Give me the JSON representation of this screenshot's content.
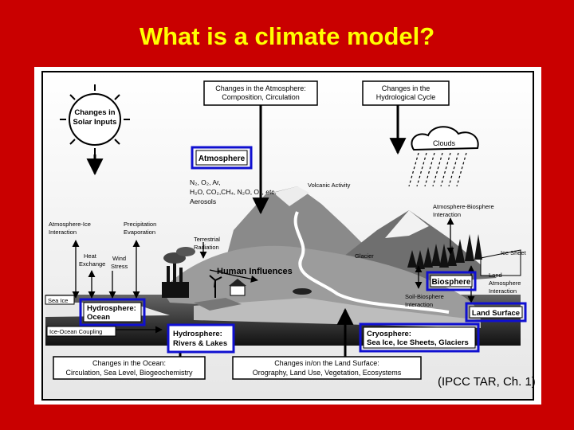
{
  "slide": {
    "title": "What is a climate model?",
    "credit": "(IPCC TAR, Ch. 1)"
  },
  "colors": {
    "background": "#c90000",
    "title": "#ffff00",
    "component_border": "#1010d0"
  },
  "diagram": {
    "top_boxes": {
      "atmosphere_changes": [
        "Changes in the Atmosphere:",
        "Composition, Circulation"
      ],
      "hydrological_changes": [
        "Changes in the",
        "Hydrological Cycle"
      ]
    },
    "solar": [
      "Changes in",
      "Solar Inputs"
    ],
    "clouds": "Clouds",
    "components": {
      "atmosphere": "Atmosphere",
      "biosphere": "Biosphere",
      "land_surface": "Land Surface",
      "hydrosphere_ocean": [
        "Hydrosphere:",
        "Ocean"
      ],
      "hydrosphere_rivers": [
        "Hydrosphere:",
        "Rivers & Lakes"
      ],
      "cryosphere": [
        "Cryosphere:",
        "Sea Ice, Ice Sheets, Glaciers"
      ]
    },
    "gases": [
      "N₂, O₂, Ar,",
      "H₂O, CO₂,CH₄, N₂O, O₃, etc.",
      "Aerosols"
    ],
    "labels": {
      "volcanic": "Volcanic Activity",
      "atm_bio": [
        "Atmosphere-Biosphere",
        "Interaction"
      ],
      "atm_ice": [
        "Atmosphere-Ice",
        "Interaction"
      ],
      "precip": [
        "Precipitation",
        "Evaporation"
      ],
      "terrestrial": [
        "Terrestrial",
        "Radiation"
      ],
      "glacier": "Glacier",
      "ice_sheet": "Ice Sheet",
      "heat": [
        "Heat",
        "Exchange"
      ],
      "wind": [
        "Wind",
        "Stress"
      ],
      "human": "Human Influences",
      "land_atm": [
        "Land-",
        "Atmosphere",
        "Interaction"
      ],
      "soil_bio": [
        "Soil-Biosphere",
        "Interaction"
      ],
      "sea_ice": "Sea Ice",
      "ice_ocean": "Ice-Ocean Coupling"
    },
    "bottom_boxes": {
      "ocean_changes": [
        "Changes in the Ocean:",
        "Circulation, Sea Level, Biogeochemistry"
      ],
      "land_changes": [
        "Changes in/on the Land Surface:",
        "Orography, Land Use, Vegetation, Ecosystems"
      ]
    }
  }
}
